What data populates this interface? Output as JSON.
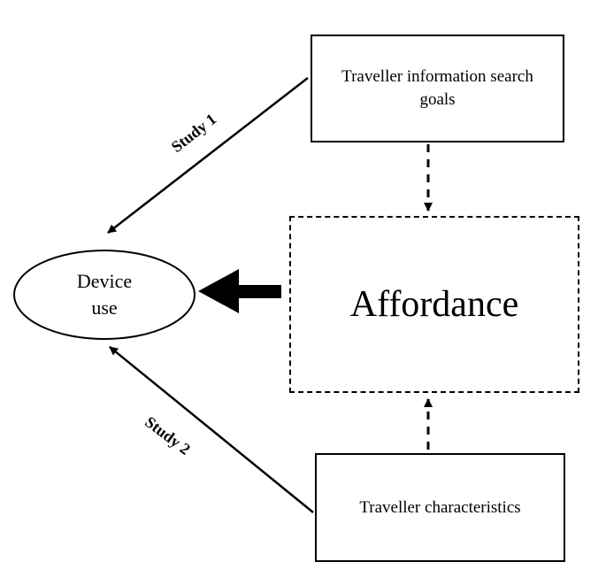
{
  "nodes": {
    "goals": "Traveller information search goals",
    "affordance": "Affordance",
    "device_use_line1": "Device",
    "device_use_line2": "use",
    "characteristics": "Traveller characteristics"
  },
  "edges": {
    "study1": "Study 1",
    "study2": "Study 2"
  },
  "colors": {
    "stroke": "#000000",
    "background": "#ffffff"
  }
}
